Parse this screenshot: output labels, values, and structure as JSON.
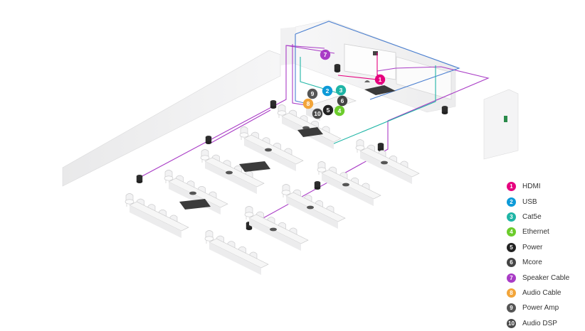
{
  "legend": [
    {
      "num": "1",
      "label": "HDMI",
      "color": "#e6007e"
    },
    {
      "num": "2",
      "label": "USB",
      "color": "#0d9ad8"
    },
    {
      "num": "3",
      "label": "Cat5e",
      "color": "#1fb5a6"
    },
    {
      "num": "4",
      "label": "Ethernet",
      "color": "#6ccc2c"
    },
    {
      "num": "5",
      "label": "Power",
      "color": "#222222"
    },
    {
      "num": "6",
      "label": "Mcore",
      "color": "#444444"
    },
    {
      "num": "7",
      "label": "Speaker Cable",
      "color": "#a93cc6"
    },
    {
      "num": "8",
      "label": "Audio Cable",
      "color": "#f2a53a"
    },
    {
      "num": "9",
      "label": "Power Amp",
      "color": "#555555"
    },
    {
      "num": "10",
      "label": "Audio DSP",
      "color": "#4a4a4a"
    }
  ],
  "markers": {
    "hdmi": "1",
    "usb": "2",
    "cat5e": "3",
    "ethernet": "4",
    "power": "5",
    "mcore": "6",
    "speaker": "7",
    "audio_cable": "8",
    "power_amp": "9",
    "audio_dsp": "10"
  }
}
